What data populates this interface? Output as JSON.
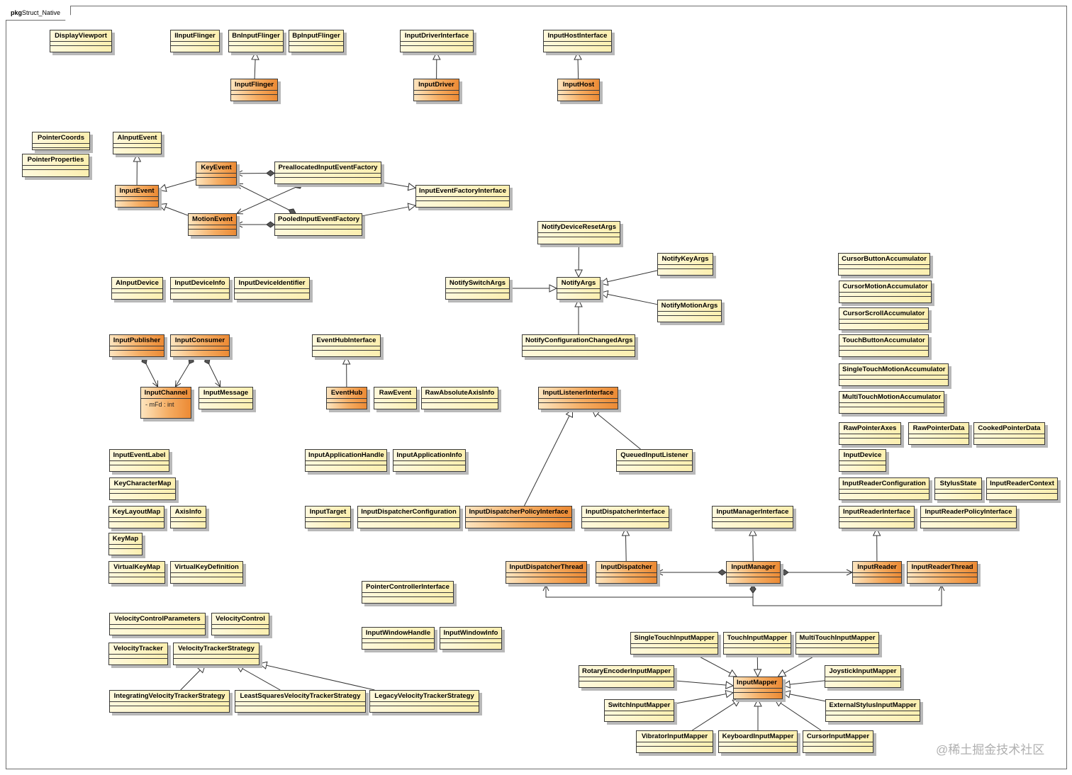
{
  "package": {
    "keyword": "pkg",
    "name": "Struct_Native"
  },
  "watermark": "@稀土掘金技术社区",
  "colors": {
    "plain_class": "#fcefb0",
    "highlighted_class": "#ec8a34",
    "border": "#3a3a3a"
  },
  "classes": [
    {
      "id": "DisplayViewport",
      "label": "DisplayViewport",
      "highlighted": false
    },
    {
      "id": "IInputFlinger",
      "label": "IInputFlinger",
      "highlighted": false
    },
    {
      "id": "BnInputFlinger",
      "label": "BnInputFlinger",
      "highlighted": false
    },
    {
      "id": "BpInputFlinger",
      "label": "BpInputFlinger",
      "highlighted": false
    },
    {
      "id": "InputFlinger",
      "label": "InputFlinger",
      "highlighted": true
    },
    {
      "id": "InputDriverInterface",
      "label": "InputDriverInterface",
      "highlighted": false
    },
    {
      "id": "InputDriver",
      "label": "InputDriver",
      "highlighted": true
    },
    {
      "id": "InputHostInterface",
      "label": "InputHostInterface",
      "highlighted": false
    },
    {
      "id": "InputHost",
      "label": "InputHost",
      "highlighted": true
    },
    {
      "id": "PointerCoords",
      "label": "PointerCoords",
      "highlighted": false
    },
    {
      "id": "PointerProperties",
      "label": "PointerProperties",
      "highlighted": false
    },
    {
      "id": "AInputEvent",
      "label": "AInputEvent",
      "highlighted": false
    },
    {
      "id": "KeyEvent",
      "label": "KeyEvent",
      "highlighted": true
    },
    {
      "id": "InputEvent",
      "label": "InputEvent",
      "highlighted": true
    },
    {
      "id": "MotionEvent",
      "label": "MotionEvent",
      "highlighted": true
    },
    {
      "id": "PreallocatedInputEventFactory",
      "label": "PreallocatedInputEventFactory",
      "highlighted": false
    },
    {
      "id": "PooledInputEventFactory",
      "label": "PooledInputEventFactory",
      "highlighted": false
    },
    {
      "id": "InputEventFactoryInterface",
      "label": "InputEventFactoryInterface",
      "highlighted": false
    },
    {
      "id": "NotifyDeviceResetArgs",
      "label": "NotifyDeviceResetArgs",
      "highlighted": false
    },
    {
      "id": "NotifyKeyArgs",
      "label": "NotifyKeyArgs",
      "highlighted": false
    },
    {
      "id": "NotifySwitchArgs",
      "label": "NotifySwitchArgs",
      "highlighted": false
    },
    {
      "id": "NotifyArgs",
      "label": "NotifyArgs",
      "highlighted": false
    },
    {
      "id": "NotifyMotionArgs",
      "label": "NotifyMotionArgs",
      "highlighted": false
    },
    {
      "id": "NotifyConfigurationChangedArgs",
      "label": "NotifyConfigurationChangedArgs",
      "highlighted": false
    },
    {
      "id": "CursorButtonAccumulator",
      "label": "CursorButtonAccumulator",
      "highlighted": false
    },
    {
      "id": "CursorMotionAccumulator",
      "label": "CursorMotionAccumulator",
      "highlighted": false
    },
    {
      "id": "CursorScrollAccumulator",
      "label": "CursorScrollAccumulator",
      "highlighted": false
    },
    {
      "id": "TouchButtonAccumulator",
      "label": "TouchButtonAccumulator",
      "highlighted": false
    },
    {
      "id": "SingleTouchMotionAccumulator",
      "label": "SingleTouchMotionAccumulator",
      "highlighted": false
    },
    {
      "id": "MultiTouchMotionAccumulator",
      "label": "MultiTouchMotionAccumulator",
      "highlighted": false
    },
    {
      "id": "AInputDevice",
      "label": "AInputDevice",
      "highlighted": false
    },
    {
      "id": "InputDeviceInfo",
      "label": "InputDeviceInfo",
      "highlighted": false
    },
    {
      "id": "InputDeviceIdentifier",
      "label": "InputDeviceIdentifier",
      "highlighted": false
    },
    {
      "id": "InputPublisher",
      "label": "InputPublisher",
      "highlighted": true
    },
    {
      "id": "InputConsumer",
      "label": "InputConsumer",
      "highlighted": true
    },
    {
      "id": "InputChannel",
      "label": "InputChannel",
      "highlighted": true,
      "attribute": "- mFd : int"
    },
    {
      "id": "InputMessage",
      "label": "InputMessage",
      "highlighted": false
    },
    {
      "id": "EventHubInterface",
      "label": "EventHubInterface",
      "highlighted": false
    },
    {
      "id": "EventHub",
      "label": "EventHub",
      "highlighted": true
    },
    {
      "id": "RawEvent",
      "label": "RawEvent",
      "highlighted": false
    },
    {
      "id": "RawAbsoluteAxisInfo",
      "label": "RawAbsoluteAxisInfo",
      "highlighted": false
    },
    {
      "id": "InputListenerInterface",
      "label": "InputListenerInterface",
      "highlighted": true
    },
    {
      "id": "QueuedInputListener",
      "label": "QueuedInputListener",
      "highlighted": false
    },
    {
      "id": "RawPointerAxes",
      "label": "RawPointerAxes",
      "highlighted": false
    },
    {
      "id": "RawPointerData",
      "label": "RawPointerData",
      "highlighted": false
    },
    {
      "id": "CookedPointerData",
      "label": "CookedPointerData",
      "highlighted": false
    },
    {
      "id": "InputDevice",
      "label": "InputDevice",
      "highlighted": false
    },
    {
      "id": "InputReaderConfiguration",
      "label": "InputReaderConfiguration",
      "highlighted": false
    },
    {
      "id": "StylusState",
      "label": "StylusState",
      "highlighted": false
    },
    {
      "id": "InputReaderContext",
      "label": "InputReaderContext",
      "highlighted": false
    },
    {
      "id": "InputEventLabel",
      "label": "InputEventLabel",
      "highlighted": false
    },
    {
      "id": "KeyCharacterMap",
      "label": "KeyCharacterMap",
      "highlighted": false
    },
    {
      "id": "KeyLayoutMap",
      "label": "KeyLayoutMap",
      "highlighted": false
    },
    {
      "id": "AxisInfo",
      "label": "AxisInfo",
      "highlighted": false
    },
    {
      "id": "KeyMap",
      "label": "KeyMap",
      "highlighted": false
    },
    {
      "id": "VirtualKeyMap",
      "label": "VirtualKeyMap",
      "highlighted": false
    },
    {
      "id": "VirtualKeyDefinition",
      "label": "VirtualKeyDefinition",
      "highlighted": false
    },
    {
      "id": "InputApplicationHandle",
      "label": "InputApplicationHandle",
      "highlighted": false
    },
    {
      "id": "InputApplicationInfo",
      "label": "InputApplicationInfo",
      "highlighted": false
    },
    {
      "id": "InputTarget",
      "label": "InputTarget",
      "highlighted": false
    },
    {
      "id": "InputDispatcherConfiguration",
      "label": "InputDispatcherConfiguration",
      "highlighted": false
    },
    {
      "id": "InputDispatcherPolicyInterface",
      "label": "InputDispatcherPolicyInterface",
      "highlighted": true
    },
    {
      "id": "InputDispatcherInterface",
      "label": "InputDispatcherInterface",
      "highlighted": false
    },
    {
      "id": "InputManagerInterface",
      "label": "InputManagerInterface",
      "highlighted": false
    },
    {
      "id": "InputReaderInterface",
      "label": "InputReaderInterface",
      "highlighted": false
    },
    {
      "id": "InputReaderPolicyInterface",
      "label": "InputReaderPolicyInterface",
      "highlighted": false
    },
    {
      "id": "InputDispatcherThread",
      "label": "InputDispatcherThread",
      "highlighted": true
    },
    {
      "id": "InputDispatcher",
      "label": "InputDispatcher",
      "highlighted": true
    },
    {
      "id": "InputManager",
      "label": "InputManager",
      "highlighted": true
    },
    {
      "id": "InputReader",
      "label": "InputReader",
      "highlighted": true
    },
    {
      "id": "InputReaderThread",
      "label": "InputReaderThread",
      "highlighted": true
    },
    {
      "id": "PointerControllerInterface",
      "label": "PointerControllerInterface",
      "highlighted": false
    },
    {
      "id": "InputWindowHandle",
      "label": "InputWindowHandle",
      "highlighted": false
    },
    {
      "id": "InputWindowInfo",
      "label": "InputWindowInfo",
      "highlighted": false
    },
    {
      "id": "VelocityControlParameters",
      "label": "VelocityControlParameters",
      "highlighted": false
    },
    {
      "id": "VelocityControl",
      "label": "VelocityControl",
      "highlighted": false
    },
    {
      "id": "VelocityTracker",
      "label": "VelocityTracker",
      "highlighted": false
    },
    {
      "id": "VelocityTrackerStrategy",
      "label": "VelocityTrackerStrategy",
      "highlighted": false
    },
    {
      "id": "IntegratingVelocityTrackerStrategy",
      "label": "IntegratingVelocityTrackerStrategy",
      "highlighted": false
    },
    {
      "id": "LeastSquaresVelocityTrackerStrategy",
      "label": "LeastSquaresVelocityTrackerStrategy",
      "highlighted": false
    },
    {
      "id": "LegacyVelocityTrackerStrategy",
      "label": "LegacyVelocityTrackerStrategy",
      "highlighted": false
    },
    {
      "id": "SingleTouchInputMapper",
      "label": "SingleTouchInputMapper",
      "highlighted": false
    },
    {
      "id": "TouchInputMapper",
      "label": "TouchInputMapper",
      "highlighted": false
    },
    {
      "id": "MultiTouchInputMapper",
      "label": "MultiTouchInputMapper",
      "highlighted": false
    },
    {
      "id": "RotaryEncoderInputMapper",
      "label": "RotaryEncoderInputMapper",
      "highlighted": false
    },
    {
      "id": "InputMapper",
      "label": "InputMapper",
      "highlighted": true
    },
    {
      "id": "JoystickInputMapper",
      "label": "JoystickInputMapper",
      "highlighted": false
    },
    {
      "id": "SwitchInputMapper",
      "label": "SwitchInputMapper",
      "highlighted": false
    },
    {
      "id": "ExternalStylusInputMapper",
      "label": "ExternalStylusInputMapper",
      "highlighted": false
    },
    {
      "id": "VibratorInputMapper",
      "label": "VibratorInputMapper",
      "highlighted": false
    },
    {
      "id": "KeyboardInputMapper",
      "label": "KeyboardInputMapper",
      "highlighted": false
    },
    {
      "id": "CursorInputMapper",
      "label": "CursorInputMapper",
      "highlighted": false
    }
  ],
  "relations": [
    {
      "type": "generalization",
      "from": "InputFlinger",
      "to": "BnInputFlinger"
    },
    {
      "type": "generalization",
      "from": "InputDriver",
      "to": "InputDriverInterface"
    },
    {
      "type": "generalization",
      "from": "InputHost",
      "to": "InputHostInterface"
    },
    {
      "type": "generalization",
      "from": "InputEvent",
      "to": "AInputEvent"
    },
    {
      "type": "generalization",
      "from": "KeyEvent",
      "to": "InputEvent"
    },
    {
      "type": "generalization",
      "from": "MotionEvent",
      "to": "InputEvent"
    },
    {
      "type": "composition",
      "whole": "PreallocatedInputEventFactory",
      "part": "KeyEvent"
    },
    {
      "type": "composition",
      "whole": "PreallocatedInputEventFactory",
      "part": "MotionEvent"
    },
    {
      "type": "composition",
      "whole": "PooledInputEventFactory",
      "part": "KeyEvent"
    },
    {
      "type": "composition",
      "whole": "PooledInputEventFactory",
      "part": "MotionEvent"
    },
    {
      "type": "generalization",
      "from": "PreallocatedInputEventFactory",
      "to": "InputEventFactoryInterface"
    },
    {
      "type": "generalization",
      "from": "PooledInputEventFactory",
      "to": "InputEventFactoryInterface"
    },
    {
      "type": "generalization",
      "from": "NotifyDeviceResetArgs",
      "to": "NotifyArgs"
    },
    {
      "type": "generalization",
      "from": "NotifyKeyArgs",
      "to": "NotifyArgs"
    },
    {
      "type": "generalization",
      "from": "NotifySwitchArgs",
      "to": "NotifyArgs"
    },
    {
      "type": "generalization",
      "from": "NotifyMotionArgs",
      "to": "NotifyArgs"
    },
    {
      "type": "generalization",
      "from": "NotifyConfigurationChangedArgs",
      "to": "NotifyArgs"
    },
    {
      "type": "composition",
      "whole": "InputPublisher",
      "part": "InputChannel"
    },
    {
      "type": "composition",
      "whole": "InputConsumer",
      "part": "InputChannel"
    },
    {
      "type": "composition",
      "whole": "InputConsumer",
      "part": "InputMessage"
    },
    {
      "type": "generalization",
      "from": "EventHub",
      "to": "EventHubInterface"
    },
    {
      "type": "generalization",
      "from": "InputDispatcherPolicyInterface",
      "to": "InputListenerInterface"
    },
    {
      "type": "generalization",
      "from": "QueuedInputListener",
      "to": "InputListenerInterface"
    },
    {
      "type": "generalization",
      "from": "InputDispatcher",
      "to": "InputDispatcherInterface"
    },
    {
      "type": "generalization",
      "from": "InputManager",
      "to": "InputManagerInterface"
    },
    {
      "type": "generalization",
      "from": "InputReader",
      "to": "InputReaderInterface"
    },
    {
      "type": "composition",
      "whole": "InputManager",
      "part": "InputDispatcher"
    },
    {
      "type": "composition",
      "whole": "InputManager",
      "part": "InputReader"
    },
    {
      "type": "composition",
      "whole": "InputManager",
      "part": "InputDispatcherThread"
    },
    {
      "type": "composition",
      "whole": "InputManager",
      "part": "InputReaderThread"
    },
    {
      "type": "generalization",
      "from": "IntegratingVelocityTrackerStrategy",
      "to": "VelocityTrackerStrategy"
    },
    {
      "type": "generalization",
      "from": "LeastSquaresVelocityTrackerStrategy",
      "to": "VelocityTrackerStrategy"
    },
    {
      "type": "generalization",
      "from": "LegacyVelocityTrackerStrategy",
      "to": "VelocityTrackerStrategy"
    },
    {
      "type": "generalization",
      "from": "SingleTouchInputMapper",
      "to": "InputMapper"
    },
    {
      "type": "generalization",
      "from": "TouchInputMapper",
      "to": "InputMapper"
    },
    {
      "type": "generalization",
      "from": "MultiTouchInputMapper",
      "to": "InputMapper"
    },
    {
      "type": "generalization",
      "from": "RotaryEncoderInputMapper",
      "to": "InputMapper"
    },
    {
      "type": "generalization",
      "from": "JoystickInputMapper",
      "to": "InputMapper"
    },
    {
      "type": "generalization",
      "from": "SwitchInputMapper",
      "to": "InputMapper"
    },
    {
      "type": "generalization",
      "from": "ExternalStylusInputMapper",
      "to": "InputMapper"
    },
    {
      "type": "generalization",
      "from": "VibratorInputMapper",
      "to": "InputMapper"
    },
    {
      "type": "generalization",
      "from": "KeyboardInputMapper",
      "to": "InputMapper"
    },
    {
      "type": "generalization",
      "from": "CursorInputMapper",
      "to": "InputMapper"
    }
  ]
}
